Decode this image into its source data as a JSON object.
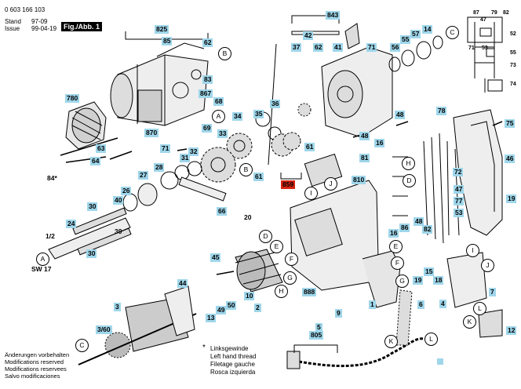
{
  "header": {
    "doc_number": "0 603 166 103",
    "stand_label": "Stand",
    "stand_date": "97-09",
    "issue_label": "Issue",
    "issue_date": "99-04-19",
    "figure": "Fig./Abb. 1"
  },
  "notes": {
    "modifications": "Änderungen vorbehalten\nModifications reserved\nModifications reservees\nSalvo modificaciones",
    "lefthand_star": "*",
    "lefthand": "Linksgewinde\nLeft hand thread\nFiletage gauche\nRosca izquierda"
  },
  "parts": {
    "p825": "825",
    "p85": "85",
    "p62a": "62",
    "p83": "83",
    "p867": "867",
    "p68": "68",
    "p780": "780",
    "p870": "870",
    "p69": "69",
    "p71a": "71",
    "p63": "63",
    "p64": "64",
    "p84": "84*",
    "p843": "843",
    "p42": "42",
    "p37": "37",
    "p62b": "62",
    "p41": "41",
    "p71b": "71",
    "p56": "56",
    "p55": "55",
    "p57": "57",
    "p14": "14",
    "p36": "36",
    "p35": "35",
    "p34": "34",
    "p33": "33",
    "p32": "32",
    "p31": "31",
    "p28": "28",
    "p27": "27",
    "p26": "26",
    "p40": "40",
    "p30a": "30",
    "p24": "24",
    "p39": "39",
    "p30b": "30",
    "half": "1/2",
    "sw17": "SW 17",
    "p61a": "61",
    "p61b": "61",
    "p859": "859",
    "p48a": "48",
    "p81": "81",
    "p810": "810",
    "p66": "66",
    "p20": "20",
    "p45": "45",
    "p10": "10",
    "p2": "2",
    "p44": "44",
    "p49": "49",
    "p13": "13",
    "p50": "50",
    "p888": "888",
    "p1": "1",
    "p9": "9",
    "p3": "3",
    "p360": "3/60",
    "p805": "805",
    "p5": "5",
    "p48b": "48",
    "p16a": "16",
    "p78": "78",
    "p75": "75",
    "p46": "46",
    "p72": "72",
    "p47": "47",
    "p77": "77",
    "p53": "53",
    "p19a": "19",
    "p86": "86",
    "p48c": "48",
    "p82": "82",
    "p16b": "16",
    "p15": "15",
    "p19b": "19",
    "p18": "18",
    "p4": "4",
    "p7": "7",
    "p6": "6",
    "p12": "12",
    "p87": "87",
    "p52": "52",
    "p55s": "55",
    "p47s": "47",
    "p53s": "53",
    "p71s": "71",
    "p79": "79",
    "p73": "73",
    "p82s": "82",
    "p74": "74"
  },
  "circles": {
    "B1": "B",
    "A1": "A",
    "C1": "C",
    "B2": "B",
    "A2": "A",
    "D1": "D",
    "E1": "E",
    "F1": "F",
    "G1": "G",
    "H1": "H",
    "I1": "I",
    "J1": "J",
    "H2": "H",
    "E2": "E",
    "F2": "F",
    "G2": "G",
    "I2": "I",
    "J2": "J",
    "C2": "C",
    "K1": "K",
    "L1": "L",
    "K2": "K",
    "L2": "L",
    "D2": "D"
  }
}
